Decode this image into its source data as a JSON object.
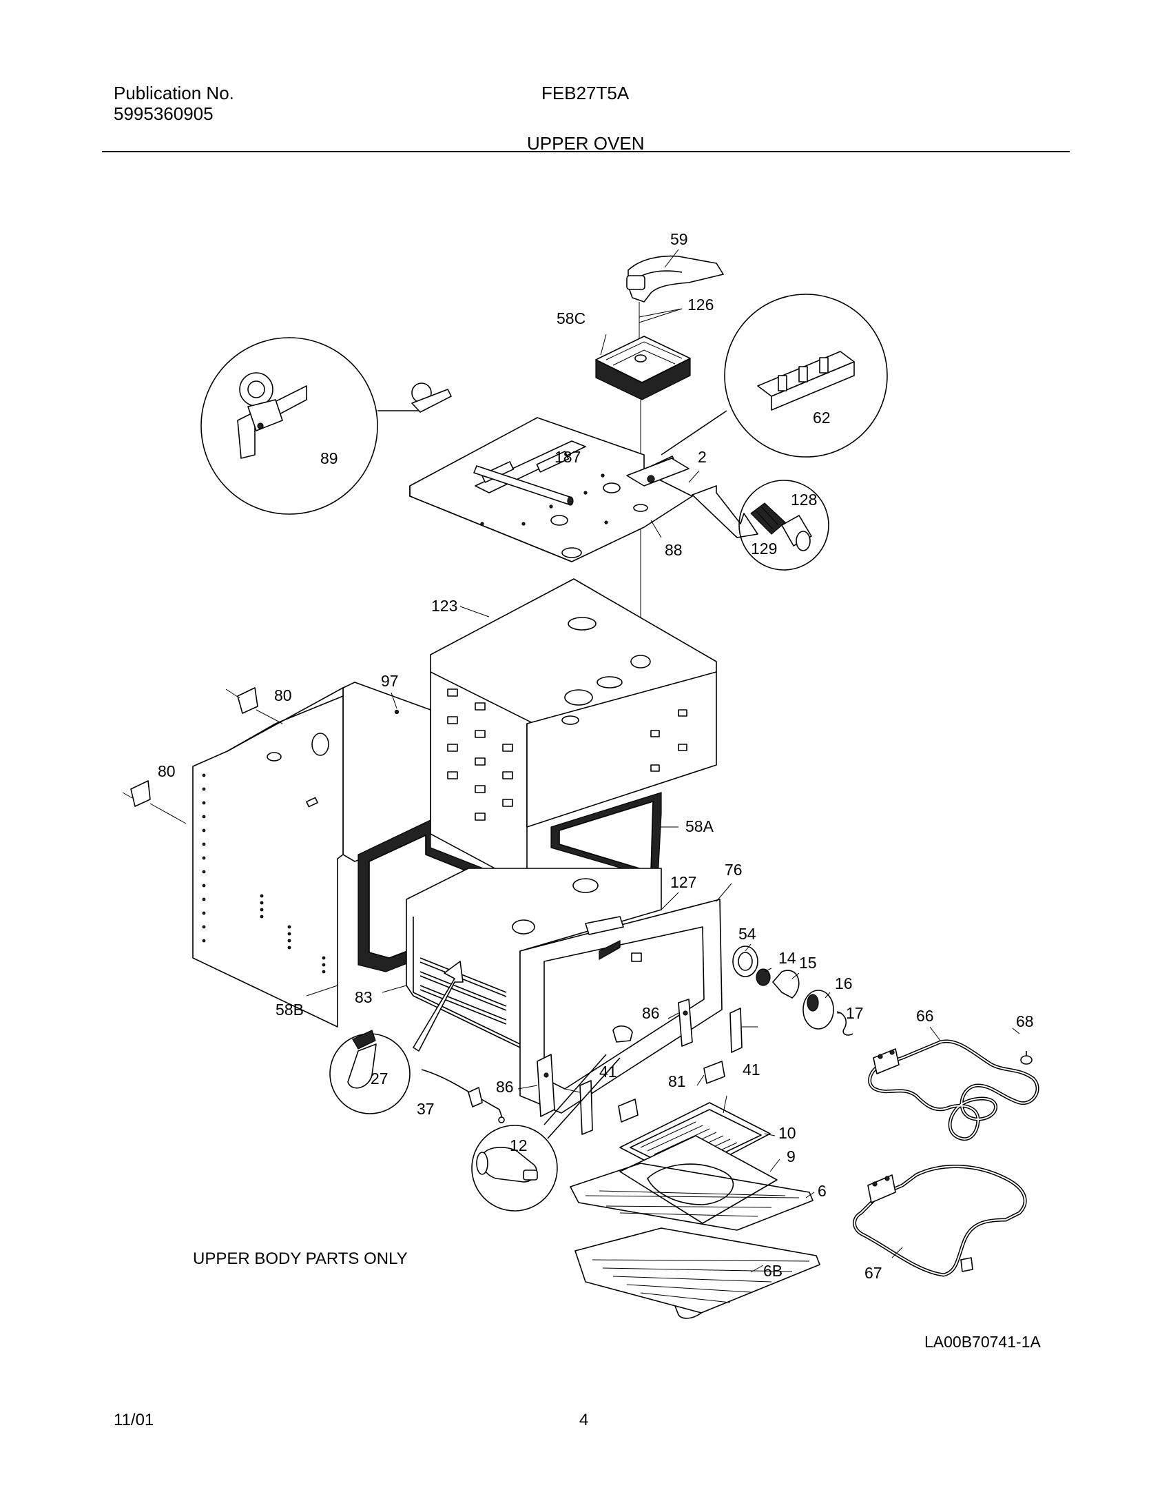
{
  "header": {
    "publication_label": "Publication No.",
    "publication_number": "5995360905",
    "model": "FEB27T5A",
    "section_title": "UPPER OVEN"
  },
  "diagram": {
    "note": "UPPER BODY PARTS ONLY",
    "drawing_number": "LA00B70741-1A",
    "callouts": {
      "c59": "59",
      "c126": "126",
      "c58C": "58C",
      "c62": "62",
      "c89": "89",
      "c187": "187",
      "c2": "2",
      "c128": "128",
      "c129": "129",
      "c88": "88",
      "c123": "123",
      "c97": "97",
      "c80a": "80",
      "c80b": "80",
      "c58A": "58A",
      "c127": "127",
      "c76": "76",
      "c54": "54",
      "c14": "14",
      "c15": "15",
      "c16": "16",
      "c17": "17",
      "c66": "66",
      "c68": "68",
      "c58B": "58B",
      "c83": "83",
      "c86a": "86",
      "c86b": "86",
      "c41a": "41",
      "c41b": "41",
      "c27": "27",
      "c81": "81",
      "c37": "37",
      "c10": "10",
      "c12": "12",
      "c9": "9",
      "c6": "6",
      "c6B": "6B",
      "c67": "67"
    }
  },
  "footer": {
    "date": "11/01",
    "page": "4"
  }
}
